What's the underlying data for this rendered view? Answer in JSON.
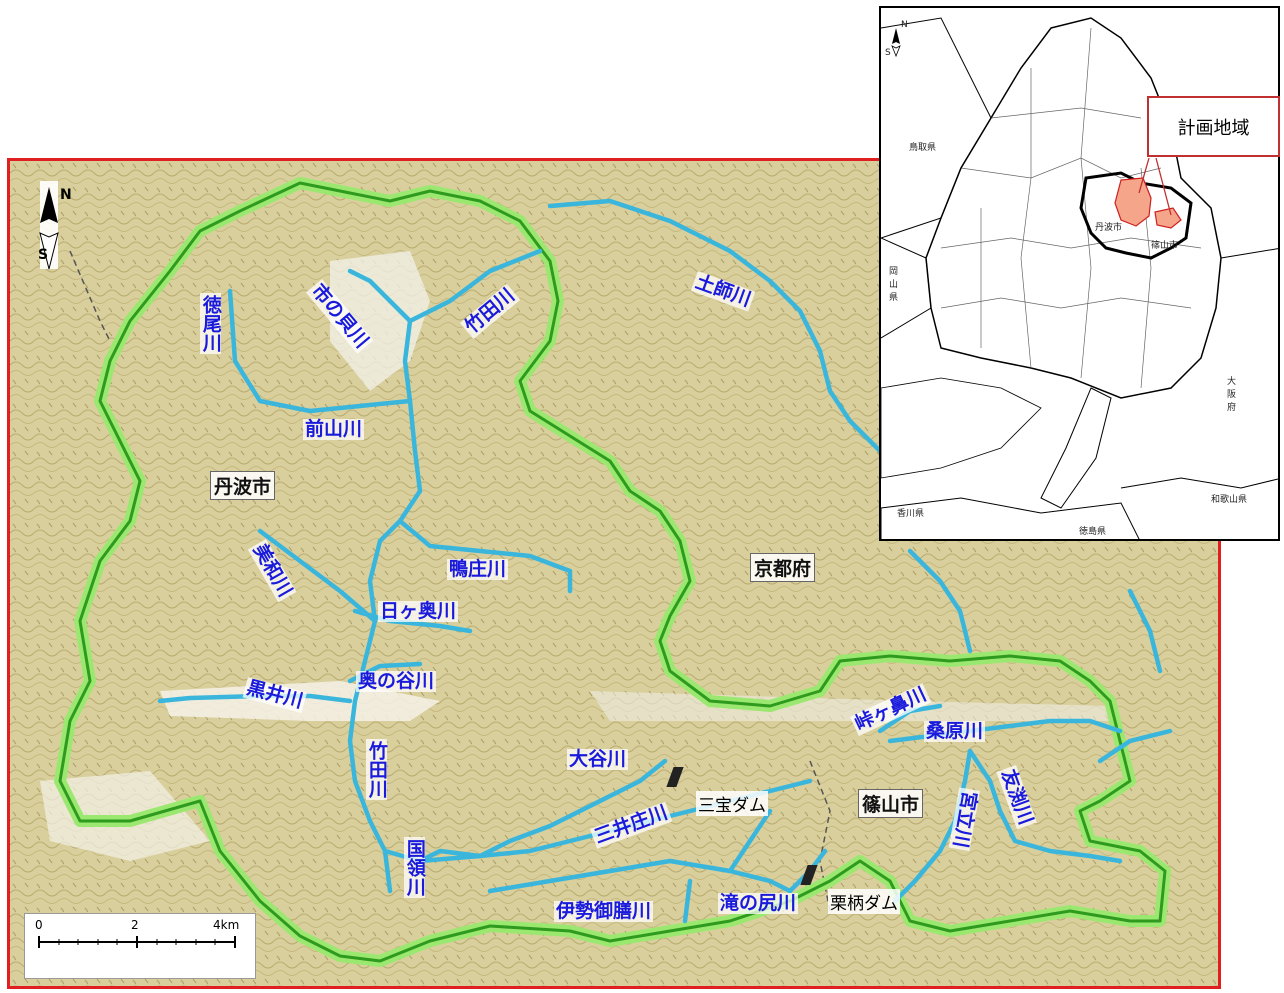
{
  "rivers": {
    "tokuo": "徳尾川",
    "ichinokai": "市の貝川",
    "takeda_upper": "竹田川",
    "hajikawa": "土師川",
    "maeyama": "前山川",
    "kamosho": "鴨庄川",
    "miwa": "美和川",
    "hikaoku": "日ヶ奥川",
    "okunotani": "奥の谷川",
    "kuroi": "黒井川",
    "takeda_lower": "竹田川",
    "kokuryo": "国領川",
    "otani": "大谷川",
    "miisho": "三井庄川",
    "iseomizen": "伊勢御膳川",
    "takinoshiri": "滝の尻川",
    "togehana": "峠ヶ鼻川",
    "kuwahara": "桑原川",
    "miyatate": "宮立川",
    "tomobuchi": "友渕川"
  },
  "cities": {
    "tamba": "丹波市",
    "kyoto": "京都府",
    "sasayama": "篠山市"
  },
  "dams": {
    "sanpo": "三宝ダム",
    "kuritsuka": "栗柄ダム"
  },
  "north_arrow": {
    "n": "N",
    "s": "S"
  },
  "scale": {
    "t0": "0",
    "t2": "2",
    "t4": "4km"
  },
  "inset": {
    "callout": "計画地域",
    "tottori": "鳥取県",
    "okayama": "岡山県",
    "osaka": "大阪府",
    "wakayama": "和歌山県",
    "kagawa": "香川県",
    "tokushima": "徳島県",
    "tamba": "丹波市",
    "sasayama": "篠山市",
    "n": "N",
    "s": "S"
  },
  "colors": {
    "frame": "#e02020",
    "basin_boundary": "#2e9a1e",
    "basin_glow": "#9be870",
    "river": "#3ab6dc",
    "label": "#1a1adc",
    "plan_area": "#f4a58a"
  }
}
